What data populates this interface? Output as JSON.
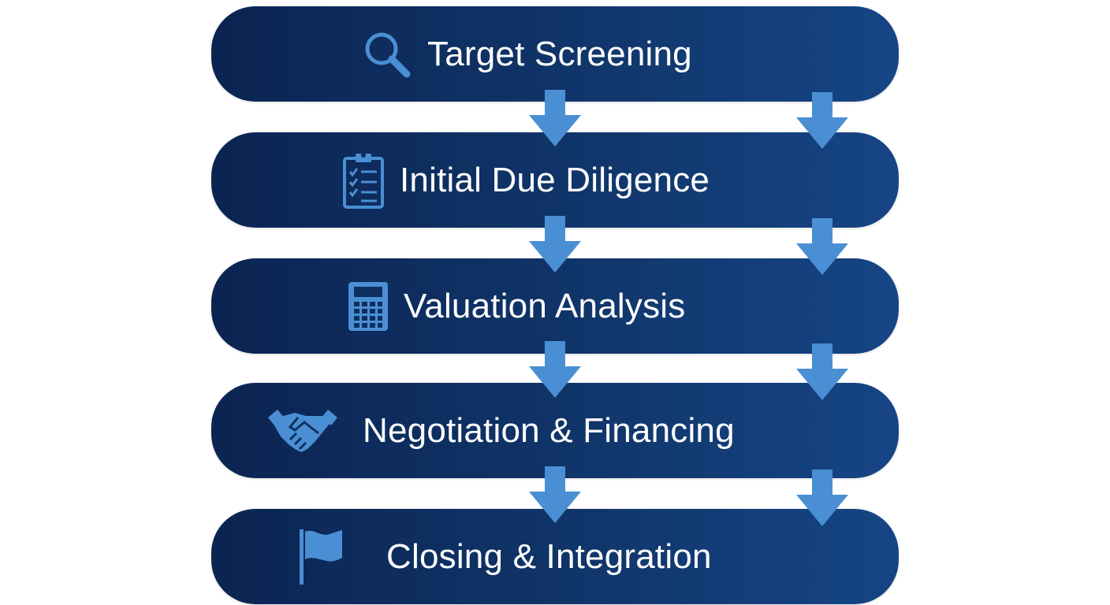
{
  "diagram": {
    "steps": [
      {
        "label": "Target Screening",
        "icon": "magnifier-icon"
      },
      {
        "label": "Initial Due Diligence",
        "icon": "clipboard-checklist-icon"
      },
      {
        "label": "Valuation Analysis",
        "icon": "calculator-icon"
      },
      {
        "label": "Negotiation & Financing",
        "icon": "handshake-icon"
      },
      {
        "label": "Closing & Integration",
        "icon": "flag-icon"
      }
    ],
    "colors": {
      "box_dark": "#0b2452",
      "box_light": "#164585",
      "accent": "#4a8fd4",
      "text": "#ffffff"
    }
  }
}
